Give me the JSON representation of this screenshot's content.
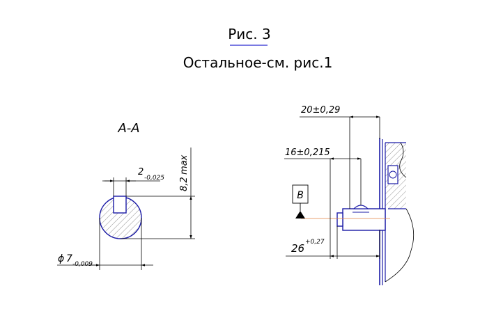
{
  "title": {
    "figure_label": "Рис. 3",
    "note": "Остальное-см. рис.1"
  },
  "section_view": {
    "label": "А-А",
    "key_width": {
      "nominal": "2",
      "tolerance": "-0,025"
    },
    "key_depth": {
      "nominal": "8,2",
      "suffix": "max"
    },
    "diameter": {
      "symbol": "ϕ",
      "nominal": "7",
      "tolerance": "-0,009"
    }
  },
  "side_view": {
    "dim_top": "20±0,29",
    "dim_middle": "16±0,215",
    "dim_bottom": {
      "nominal": "26",
      "tolerance": "+0,27"
    },
    "datum": "B"
  },
  "colors": {
    "line": "#000000",
    "outline": "#1a1aa6",
    "hatch": "#555555",
    "center_line": "#e08040",
    "title_underline": "#2a2ad0"
  }
}
